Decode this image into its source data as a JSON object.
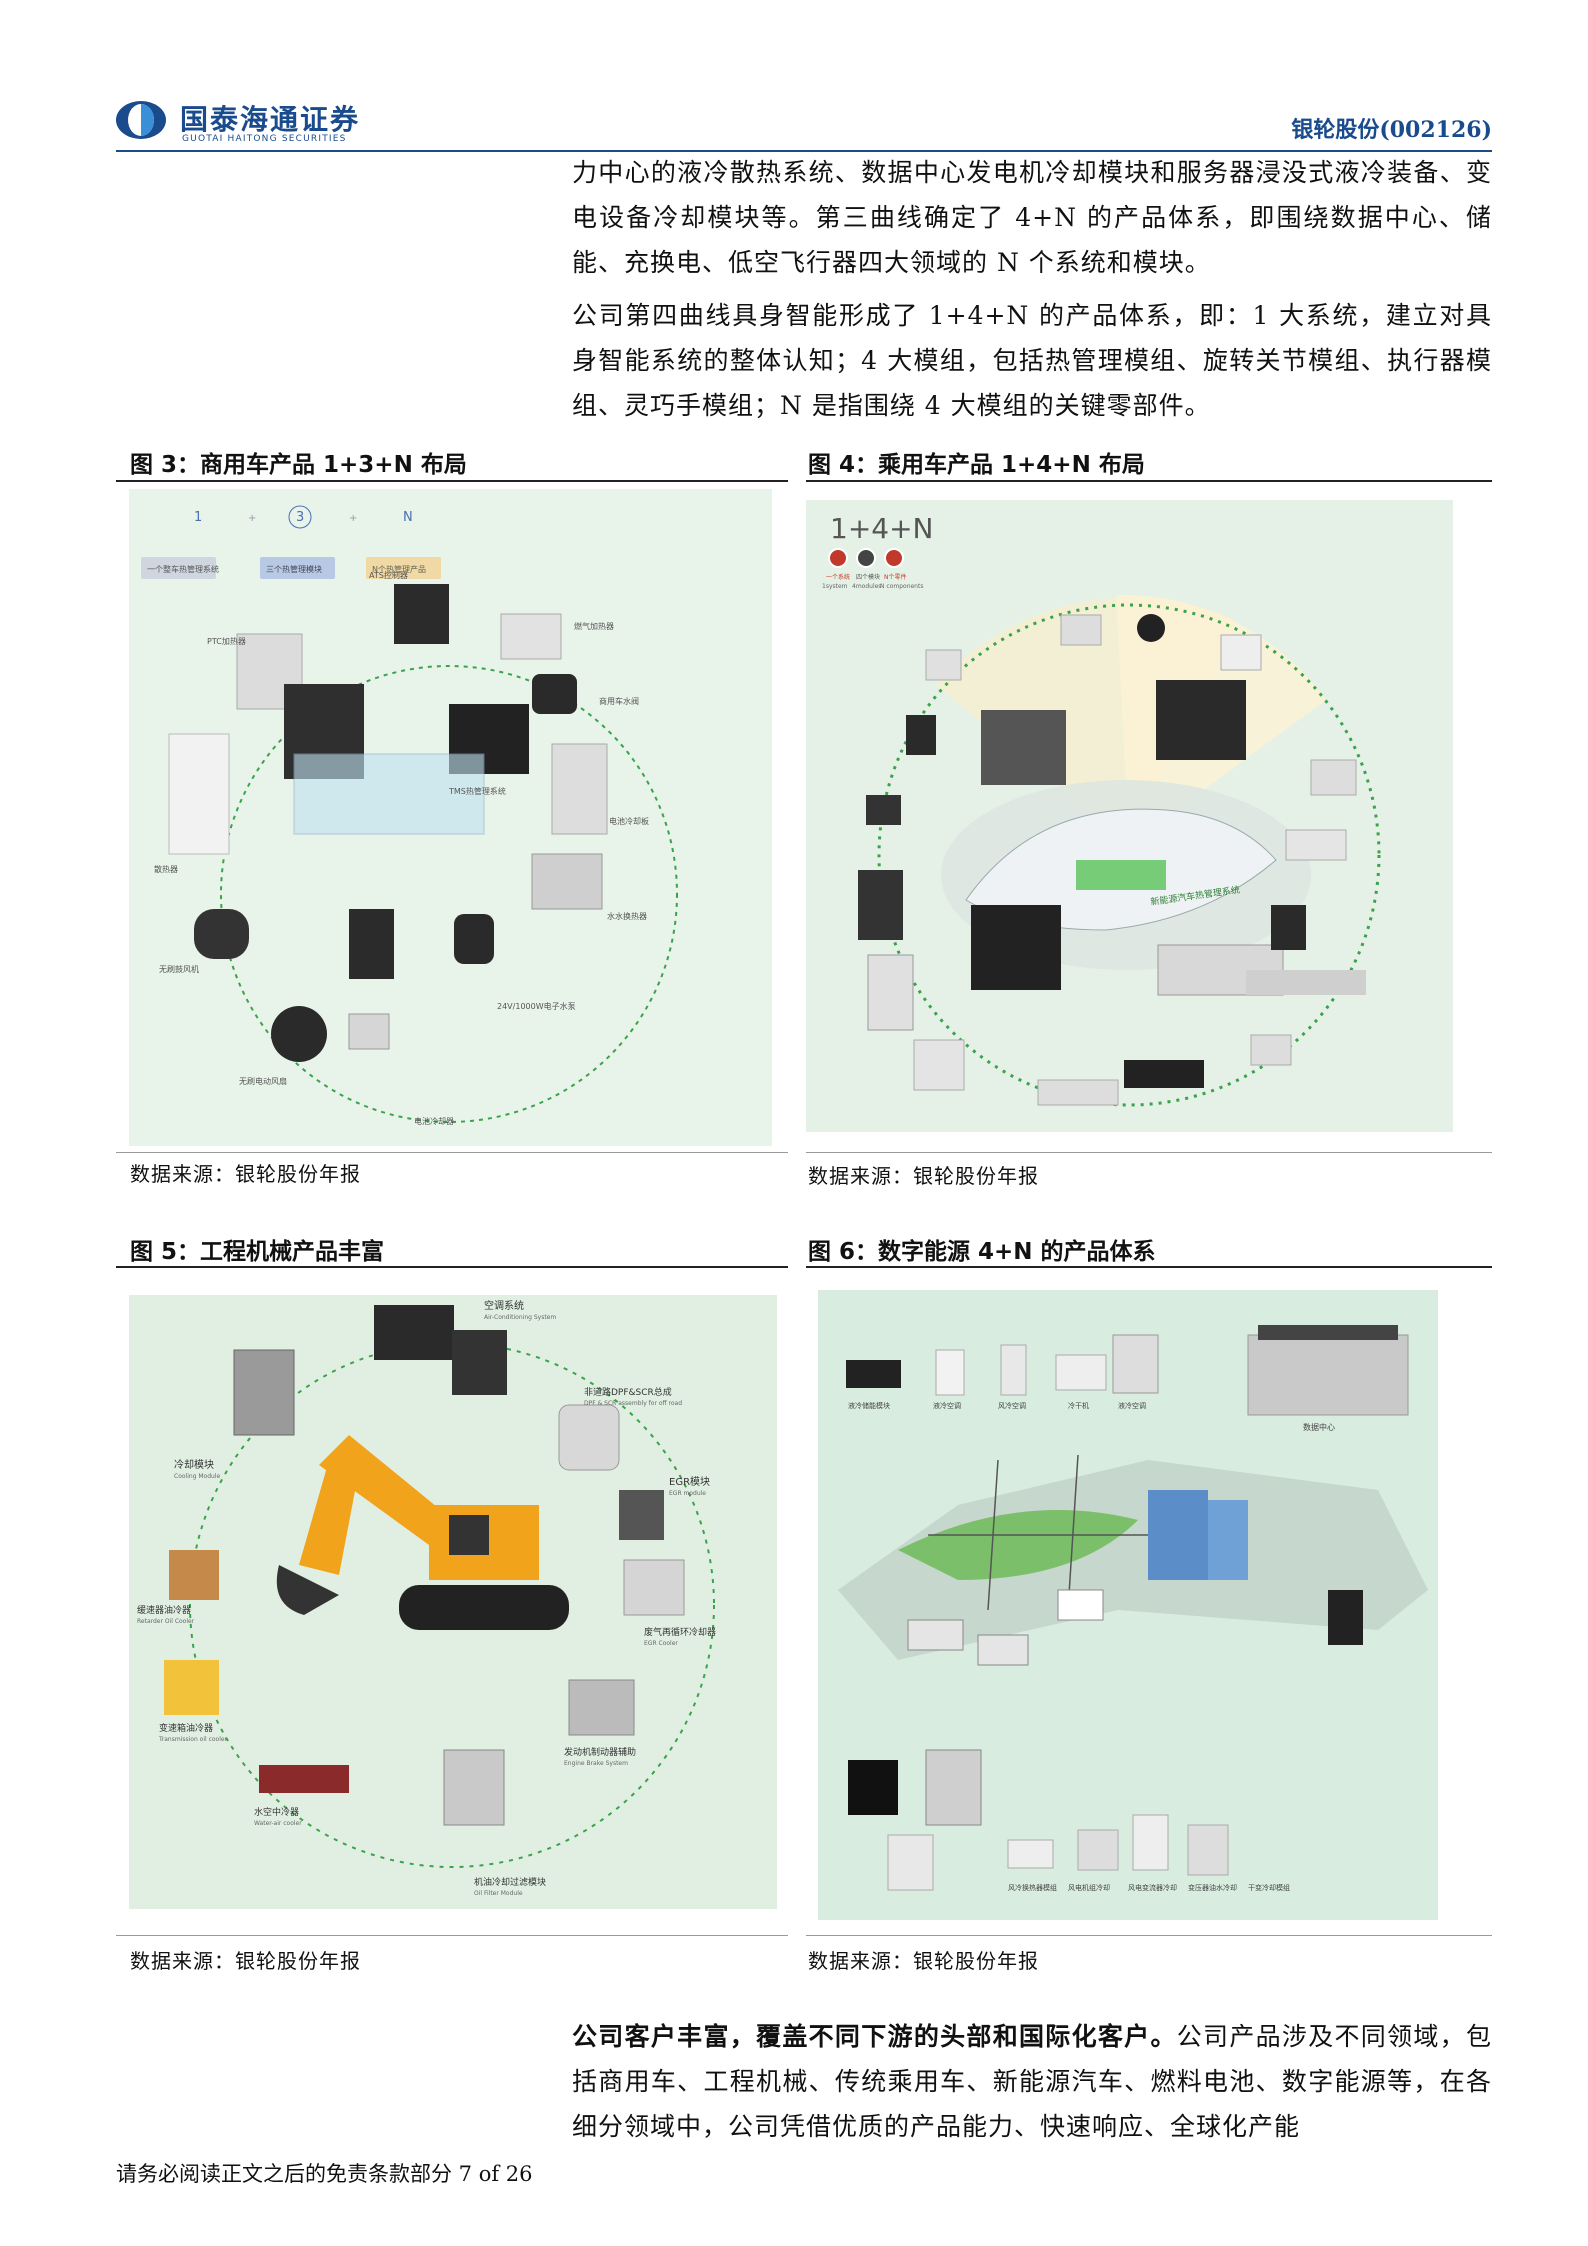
{
  "header": {
    "logo_cn": "国泰海通证券",
    "logo_en": "GUOTAI HAITONG SECURITIES",
    "company": "银轮股份(002126)"
  },
  "paragraphs": {
    "p1": "力中心的液冷散热系统、数据中心发电机冷却模块和服务器浸没式液冷装备、变电设备冷却模块等。第三曲线确定了 4+N 的产品体系，即围绕数据中心、储能、充换电、低空飞行器四大领域的 N 个系统和模块。",
    "p2": "公司第四曲线具身智能形成了 1+4+N 的产品体系，即：1 大系统，建立对具身智能系统的整体认知；4 大模组，包括热管理模组、旋转关节模组、执行器模组、灵巧手模组；N 是指围绕 4 大模组的关键零部件。",
    "p3_bold": "公司客户丰富，覆盖不同下游的头部和国际化客户。",
    "p3_rest": "公司产品涉及不同领域，包括商用车、工程机械、传统乘用车、新能源汽车、燃料电池、数字能源等，在各细分领域中，公司凭借优质的产品能力、快速响应、全球化产能"
  },
  "figures": {
    "fig3": {
      "caption": "图 3：商用车产品 1+3+N 布局",
      "source": "数据来源：银轮股份年报",
      "top_labels": [
        "1",
        "+",
        "3",
        "+",
        "N"
      ],
      "tag_labels": [
        "一个整车热管理系统",
        "三个热管理模块",
        "N个热管理产品"
      ],
      "items": [
        "ATS控制器",
        "PTC加热器",
        "散热器",
        "无刷鼓风机",
        "无刷电动风扇",
        "燃气加热器",
        "商用车水阀",
        "TMS热管理系统",
        "电池冷却板",
        "水水换热器",
        "电池冷却器",
        "24V/1000W电子水泵"
      ]
    },
    "fig4": {
      "caption": "图 4：乘用车产品 1+4+N 布局",
      "source": "数据来源：银轮股份年报",
      "big_label": "1+4+N",
      "legend": [
        "一个系统",
        "四个模块",
        "N个零件"
      ],
      "legend_en": [
        "1system",
        "4modules",
        "N components"
      ],
      "center_label": "新能源汽车热管理系统"
    },
    "fig5": {
      "caption": "图 5：工程机械产品丰富",
      "source": "数据来源：银轮股份年报",
      "items": [
        {
          "cn": "空调系统",
          "en": "Air-Conditioning System"
        },
        {
          "cn": "冷却模块",
          "en": "Cooling Module"
        },
        {
          "cn": "非道路DPF&SCR总成",
          "en": "DPF & SCR assembly for off road"
        },
        {
          "cn": "EGR模块",
          "en": "EGR module"
        },
        {
          "cn": "缓速器油冷器",
          "en": "Retarder Oil Cooler"
        },
        {
          "cn": "废气再循环冷却器",
          "en": "EGR Cooler"
        },
        {
          "cn": "变速箱油冷器",
          "en": "Transmission oil cooler"
        },
        {
          "cn": "发动机制动器辅助",
          "en": "Engine Brake System"
        },
        {
          "cn": "水空中冷器",
          "en": "Water-air cooler"
        },
        {
          "cn": "机油冷却过滤模块",
          "en": "Oil Filter Module"
        }
      ]
    },
    "fig6": {
      "caption": "图 6：数字能源 4+N 的产品体系",
      "source": "数据来源：银轮股份年报",
      "top_items": [
        "液冷储能模块",
        "液冷空调",
        "风冷空调",
        "冷干机",
        "液冷空调"
      ],
      "datacenter_label": "数据中心",
      "bottom_items": [
        "风冷换热器模组",
        "风电机组冷却",
        "风电变流器冷却",
        "变压器油水冷却",
        "干变冷却模组"
      ]
    }
  },
  "footer": "请务必阅读正文之后的免责条款部分 7 of 26"
}
